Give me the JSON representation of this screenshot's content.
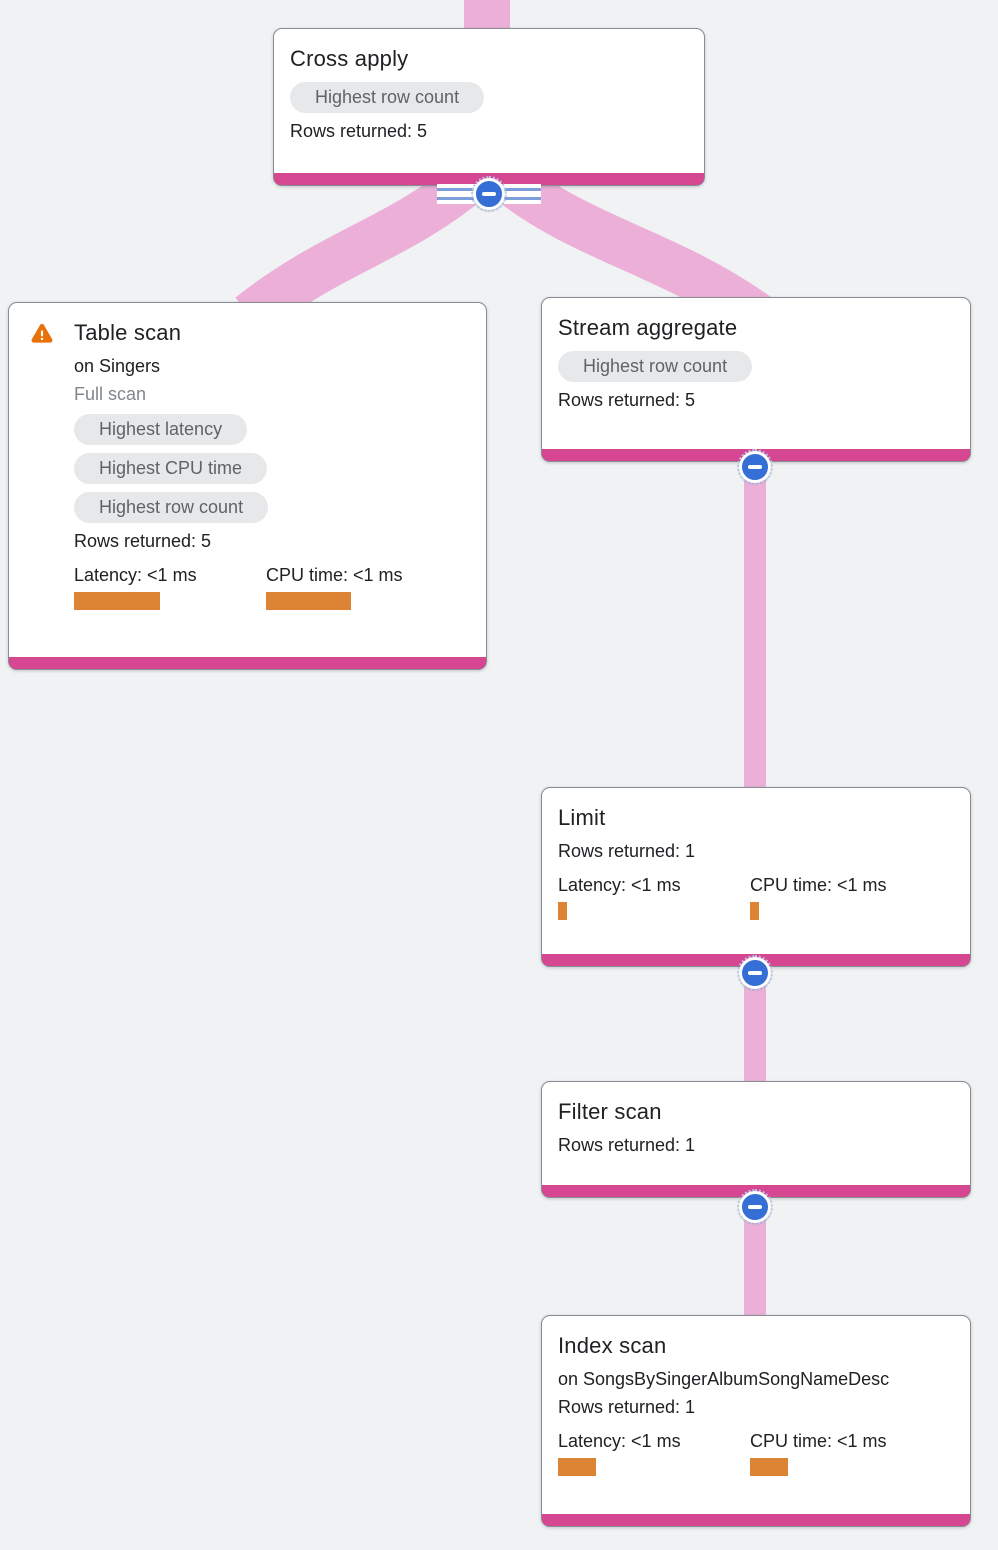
{
  "app": "query-execution-plan-visualizer",
  "colors": {
    "background": "#f0f2f4",
    "card_border": "#878d93",
    "accent_bar": "#d64792",
    "edge_ribbon": "#ecb0d8",
    "collapse_button_blue": "#356fd6",
    "badge_background": "#e7e8ea",
    "badge_text": "#5f6368",
    "muted_text": "#80868b",
    "text": "#202124",
    "metric_bar_orange": "#dc8434",
    "warning_orange": "#e8710a"
  },
  "icons": {
    "warning": "warning-triangle-icon",
    "collapse": "minus-circle-icon"
  },
  "nodes": [
    {
      "id": "cross-apply",
      "title": "Cross apply",
      "badges": [
        "Highest row count"
      ],
      "rows_label": "Rows returned: 5"
    },
    {
      "id": "table-scan",
      "title": "Table scan",
      "subtitle": "on Singers",
      "note": "Full scan",
      "has_warning": true,
      "badges": [
        "Highest latency",
        "Highest CPU time",
        "Highest row count"
      ],
      "rows_label": "Rows returned: 5",
      "metrics": [
        {
          "label": "Latency: <1 ms",
          "bar_style": "width:86px"
        },
        {
          "label": "CPU time: <1 ms",
          "bar_style": "width:85px"
        }
      ]
    },
    {
      "id": "stream-aggregate",
      "title": "Stream aggregate",
      "badges": [
        "Highest row count"
      ],
      "rows_label": "Rows returned: 5"
    },
    {
      "id": "limit",
      "title": "Limit",
      "rows_label": "Rows returned: 1",
      "metrics": [
        {
          "label": "Latency: <1 ms",
          "bar_style": "width:9px"
        },
        {
          "label": "CPU time: <1 ms",
          "bar_style": "width:9px"
        }
      ]
    },
    {
      "id": "filter-scan",
      "title": "Filter scan",
      "rows_label": "Rows returned: 1"
    },
    {
      "id": "index-scan",
      "title": "Index scan",
      "subtitle": "on SongsBySingerAlbumSongNameDesc",
      "rows_label": "Rows returned: 1",
      "metrics": [
        {
          "label": "Latency: <1 ms",
          "bar_style": "width:38px"
        },
        {
          "label": "CPU time: <1 ms",
          "bar_style": "width:38px"
        }
      ]
    }
  ]
}
